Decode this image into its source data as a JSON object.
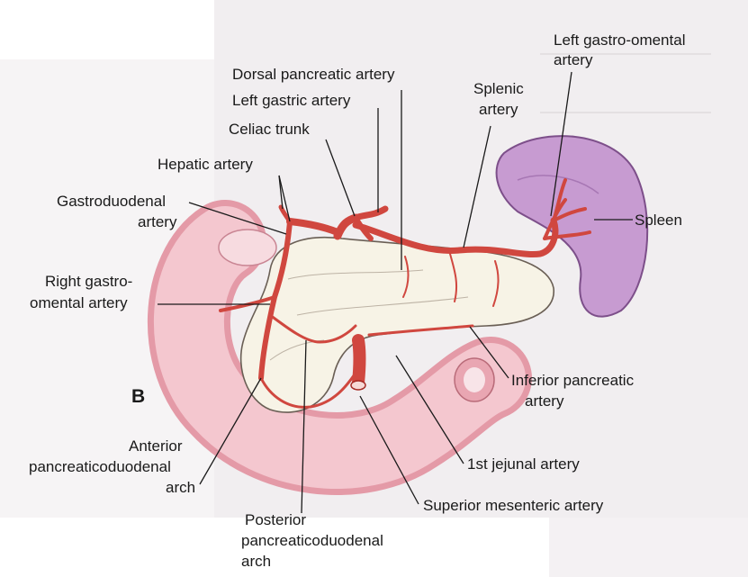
{
  "figure": {
    "panel_label": "B",
    "labels": {
      "left_gastro_omental_line1": "Left gastro-omental",
      "left_gastro_omental_line2": "artery",
      "dorsal_pancreatic": "Dorsal pancreatic artery",
      "left_gastric": "Left gastric artery",
      "splenic_line1": "Splenic",
      "splenic_line2": "artery",
      "celiac_trunk": "Celiac trunk",
      "hepatic": "Hepatic artery",
      "gastroduodenal_line1": "Gastroduodenal",
      "gastroduodenal_line2": "artery",
      "spleen": "Spleen",
      "right_gastro_omental_line1": "Right gastro-",
      "right_gastro_omental_line2": "omental artery",
      "inferior_pancreatic_line1": "Inferior pancreatic",
      "inferior_pancreatic_line2": "artery",
      "anterior_pd_line1": "Anterior",
      "anterior_pd_line2": "pancreaticoduodenal",
      "anterior_pd_line3": "arch",
      "first_jejunal": "1st jejunal artery",
      "superior_mesenteric": "Superior mesenteric artery",
      "posterior_pd_line1": "Posterior",
      "posterior_pd_line2": "pancreaticoduodenal",
      "posterior_pd_line3": "arch"
    }
  },
  "colors": {
    "artery": "#d0473f",
    "artery_dark": "#a52a24",
    "pancreas": "#f7f3e6",
    "spleen": "#c79bd1",
    "duodenum": "#f4c7cf",
    "duodenum_shade": "#e49aa7",
    "background_scan": "#ece8ea"
  }
}
